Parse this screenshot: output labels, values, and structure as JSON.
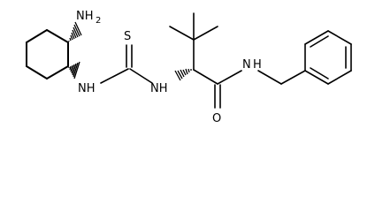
{
  "atoms": {
    "nh2_top": "NH",
    "nh2_top_sub": "2",
    "thiourea_s": "S",
    "thiourea_nh_left": "NH",
    "thiourea_nh_right": "NH",
    "amide_nh": "N",
    "amide_h": "H",
    "amide_o": "O"
  },
  "colors": {
    "bond": "#000000",
    "background": "#ffffff"
  }
}
